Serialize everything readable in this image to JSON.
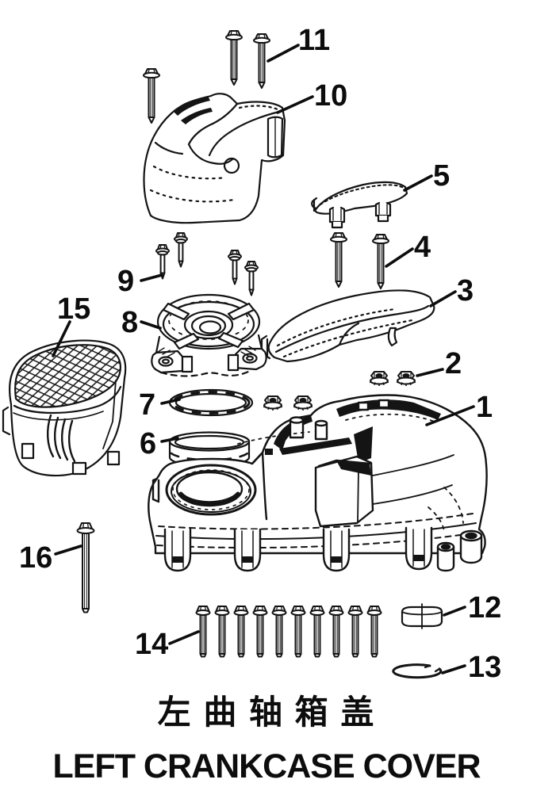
{
  "titles": {
    "cn": "左 曲 轴 箱 盖",
    "en": "LEFT CRANKCASE COVER"
  },
  "callouts": [
    {
      "number": "1"
    },
    {
      "number": "2"
    },
    {
      "number": "3"
    },
    {
      "number": "4"
    },
    {
      "number": "5"
    },
    {
      "number": "6"
    },
    {
      "number": "7"
    },
    {
      "number": "8"
    },
    {
      "number": "9"
    },
    {
      "number": "10"
    },
    {
      "number": "11"
    },
    {
      "number": "12"
    },
    {
      "number": "13"
    },
    {
      "number": "14"
    },
    {
      "number": "15"
    },
    {
      "number": "16"
    }
  ],
  "colors": {
    "ink": "#141414",
    "paper": "#ffffff"
  }
}
